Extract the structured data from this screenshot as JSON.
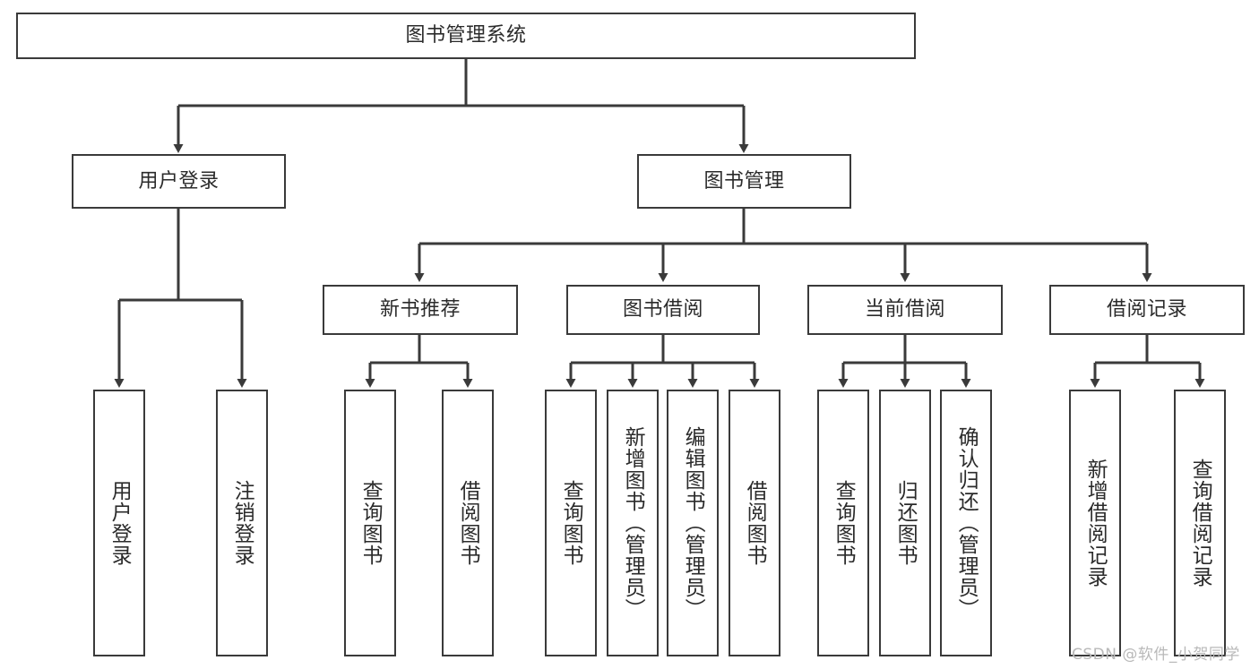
{
  "diagram": {
    "type": "tree",
    "title": "图书管理系统",
    "root": {
      "label": "图书管理系统"
    },
    "level2": [
      {
        "label": "用户登录"
      },
      {
        "label": "图书管理"
      }
    ],
    "level3": [
      {
        "label": "新书推荐"
      },
      {
        "label": "图书借阅"
      },
      {
        "label": "当前借阅"
      },
      {
        "label": "借阅记录"
      }
    ],
    "leaves": {
      "user_login": [
        {
          "label": "用户登录"
        },
        {
          "label": "注销登录"
        }
      ],
      "new_book_recommend": [
        {
          "label": "查询图书"
        },
        {
          "label": "借阅图书"
        }
      ],
      "book_borrow": [
        {
          "label": "查询图书"
        },
        {
          "label": "新增图书（管理员）"
        },
        {
          "label": "编辑图书（管理员）"
        },
        {
          "label": "借阅图书"
        }
      ],
      "current_borrow": [
        {
          "label": "查询图书"
        },
        {
          "label": "归还图书"
        },
        {
          "label": "确认归还（管理员）"
        }
      ],
      "borrow_record": [
        {
          "label": "新增借阅记录"
        },
        {
          "label": "查询借阅记录"
        }
      ]
    }
  },
  "watermark": {
    "text": "CSDN @软件_小贺同学"
  },
  "colors": {
    "line": "#3a3a3a",
    "text": "#2b2b2b",
    "background": "#ffffff",
    "watermark": "#b9b9b9"
  }
}
